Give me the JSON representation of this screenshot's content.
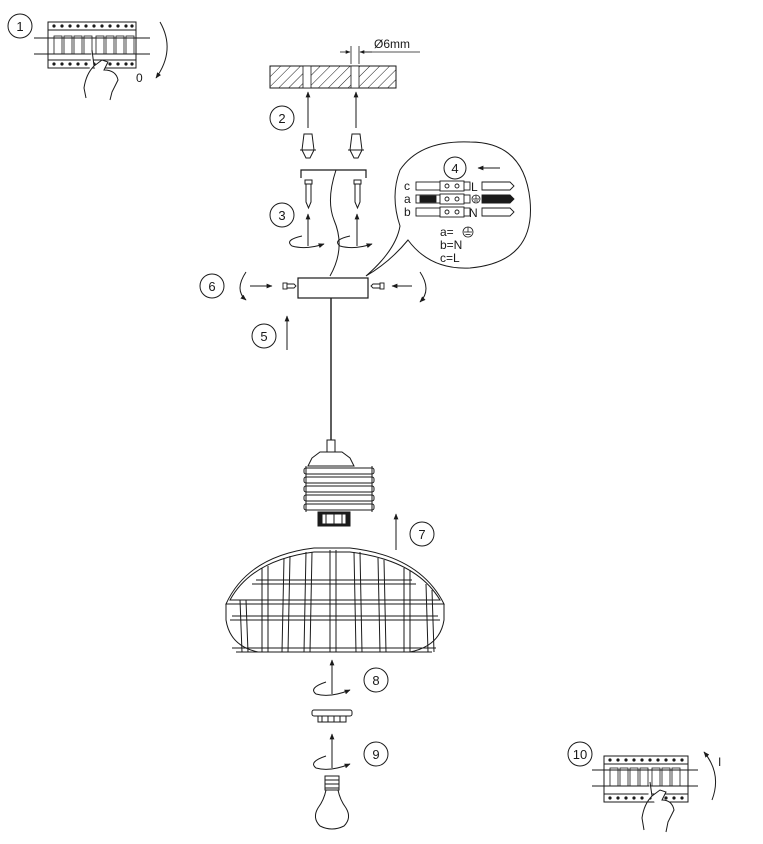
{
  "steps": {
    "s1": "1",
    "s2": "2",
    "s3": "3",
    "s4": "4",
    "s5": "5",
    "s6": "6",
    "s7": "7",
    "s8": "8",
    "s9": "9",
    "s10": "10"
  },
  "breaker_off_label": "0",
  "breaker_on_label": "I",
  "hole_diameter_label": "Ø6mm",
  "terminal": {
    "row_c": "c",
    "row_a": "a",
    "row_b": "b",
    "label_L": "L",
    "label_N": "N",
    "legend_a": "a=",
    "legend_b": "b=N",
    "legend_c": "c=L"
  },
  "icons": [
    "circuit-breaker-icon",
    "hand-icon",
    "rotate-arrow-icon",
    "ground-symbol-icon",
    "light-bulb-icon",
    "lamp-shade-icon"
  ]
}
